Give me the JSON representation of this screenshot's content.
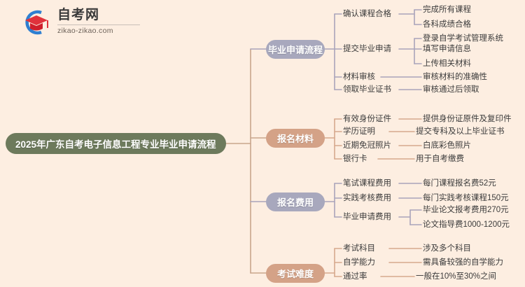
{
  "meta": {
    "background_color": "#fdeee1",
    "root_color": "#6d7a5c",
    "lavender_color": "#a8a8bd",
    "tan_color": "#d4a287",
    "wire_lavender": "#a9a4bb",
    "wire_tan": "#d6a98d"
  },
  "logo": {
    "title": "自考网",
    "subtitle": "zikao-zikao.com",
    "mark_arc_color": "#2f7fd1",
    "mark_cap_color": "#e0323c"
  },
  "root": {
    "label": "2025年广东自考电子信息工程专业毕业申请流程"
  },
  "branches": [
    {
      "label": "毕业申请流程",
      "color": "lavender",
      "children": [
        {
          "label": "确认课程合格",
          "leaves": [
            "完成所有课程",
            "各科成绩合格"
          ]
        },
        {
          "label": "提交毕业申请",
          "leaves": [
            "登录自学考试管理系统",
            "填写申请信息",
            "上传相关材料"
          ]
        },
        {
          "label": "材料审核",
          "leaves": [
            "审核材料的准确性"
          ]
        },
        {
          "label": "领取毕业证书",
          "leaves": [
            "审核通过后领取"
          ]
        }
      ]
    },
    {
      "label": "报名材料",
      "color": "tan",
      "children": [
        {
          "label": "有效身份证件",
          "leaves": [
            "提供身份证原件及复印件"
          ]
        },
        {
          "label": "学历证明",
          "leaves": [
            "提交专科及以上毕业证书"
          ]
        },
        {
          "label": "近期免冠照片",
          "leaves": [
            "白底彩色照片"
          ]
        },
        {
          "label": "银行卡",
          "leaves": [
            "用于自考缴费"
          ]
        }
      ]
    },
    {
      "label": "报名费用",
      "color": "lavender",
      "children": [
        {
          "label": "笔试课程费用",
          "leaves": [
            "每门课程报名费52元"
          ]
        },
        {
          "label": "实践考核费用",
          "leaves": [
            "每门实践考核课程150元"
          ]
        },
        {
          "label": "毕业申请费用",
          "leaves": [
            "毕业论文报考费用270元",
            "论文指导费1000-1200元"
          ]
        }
      ]
    },
    {
      "label": "考试难度",
      "color": "tan",
      "children": [
        {
          "label": "考试科目",
          "leaves": [
            "涉及多个科目"
          ]
        },
        {
          "label": "自学能力",
          "leaves": [
            "需具备较强的自学能力"
          ]
        },
        {
          "label": "通过率",
          "leaves": [
            "一般在10%至30%之间"
          ]
        }
      ]
    }
  ]
}
